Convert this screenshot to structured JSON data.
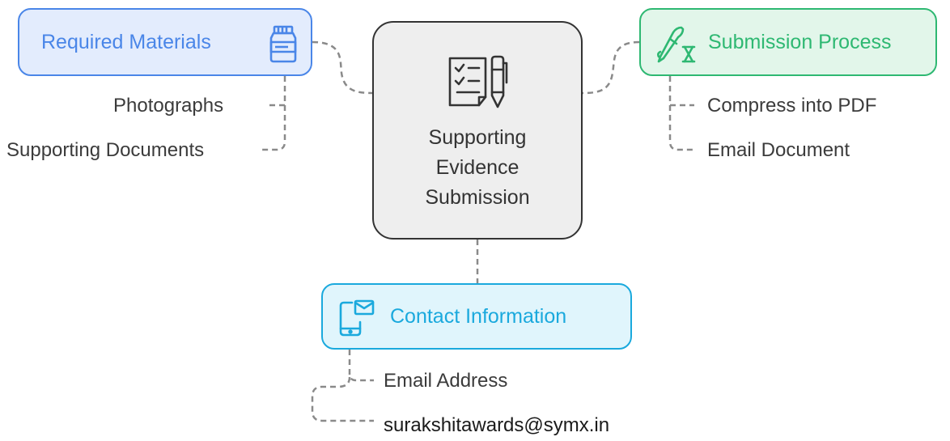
{
  "center": {
    "title_lines": [
      "Supporting",
      "Evidence",
      "Submission"
    ],
    "icon": "checklist-pen-icon"
  },
  "required_materials": {
    "title": "Required Materials",
    "icon": "jar-icon",
    "color": "#4a86e8",
    "fill": "#e3ecfd",
    "items": [
      "Photographs",
      "Supporting Documents"
    ]
  },
  "submission_process": {
    "title": "Submission Process",
    "icon": "pen-hourglass-icon",
    "color": "#2eb872",
    "fill": "#e2f6ea",
    "items": [
      "Compress into PDF",
      "Email Document"
    ]
  },
  "contact_information": {
    "title": "Contact Information",
    "icon": "phone-mail-icon",
    "color": "#1aa9dd",
    "fill": "#e0f5fc",
    "items": [
      "Email Address",
      "surakshitawards@symx.in"
    ]
  }
}
